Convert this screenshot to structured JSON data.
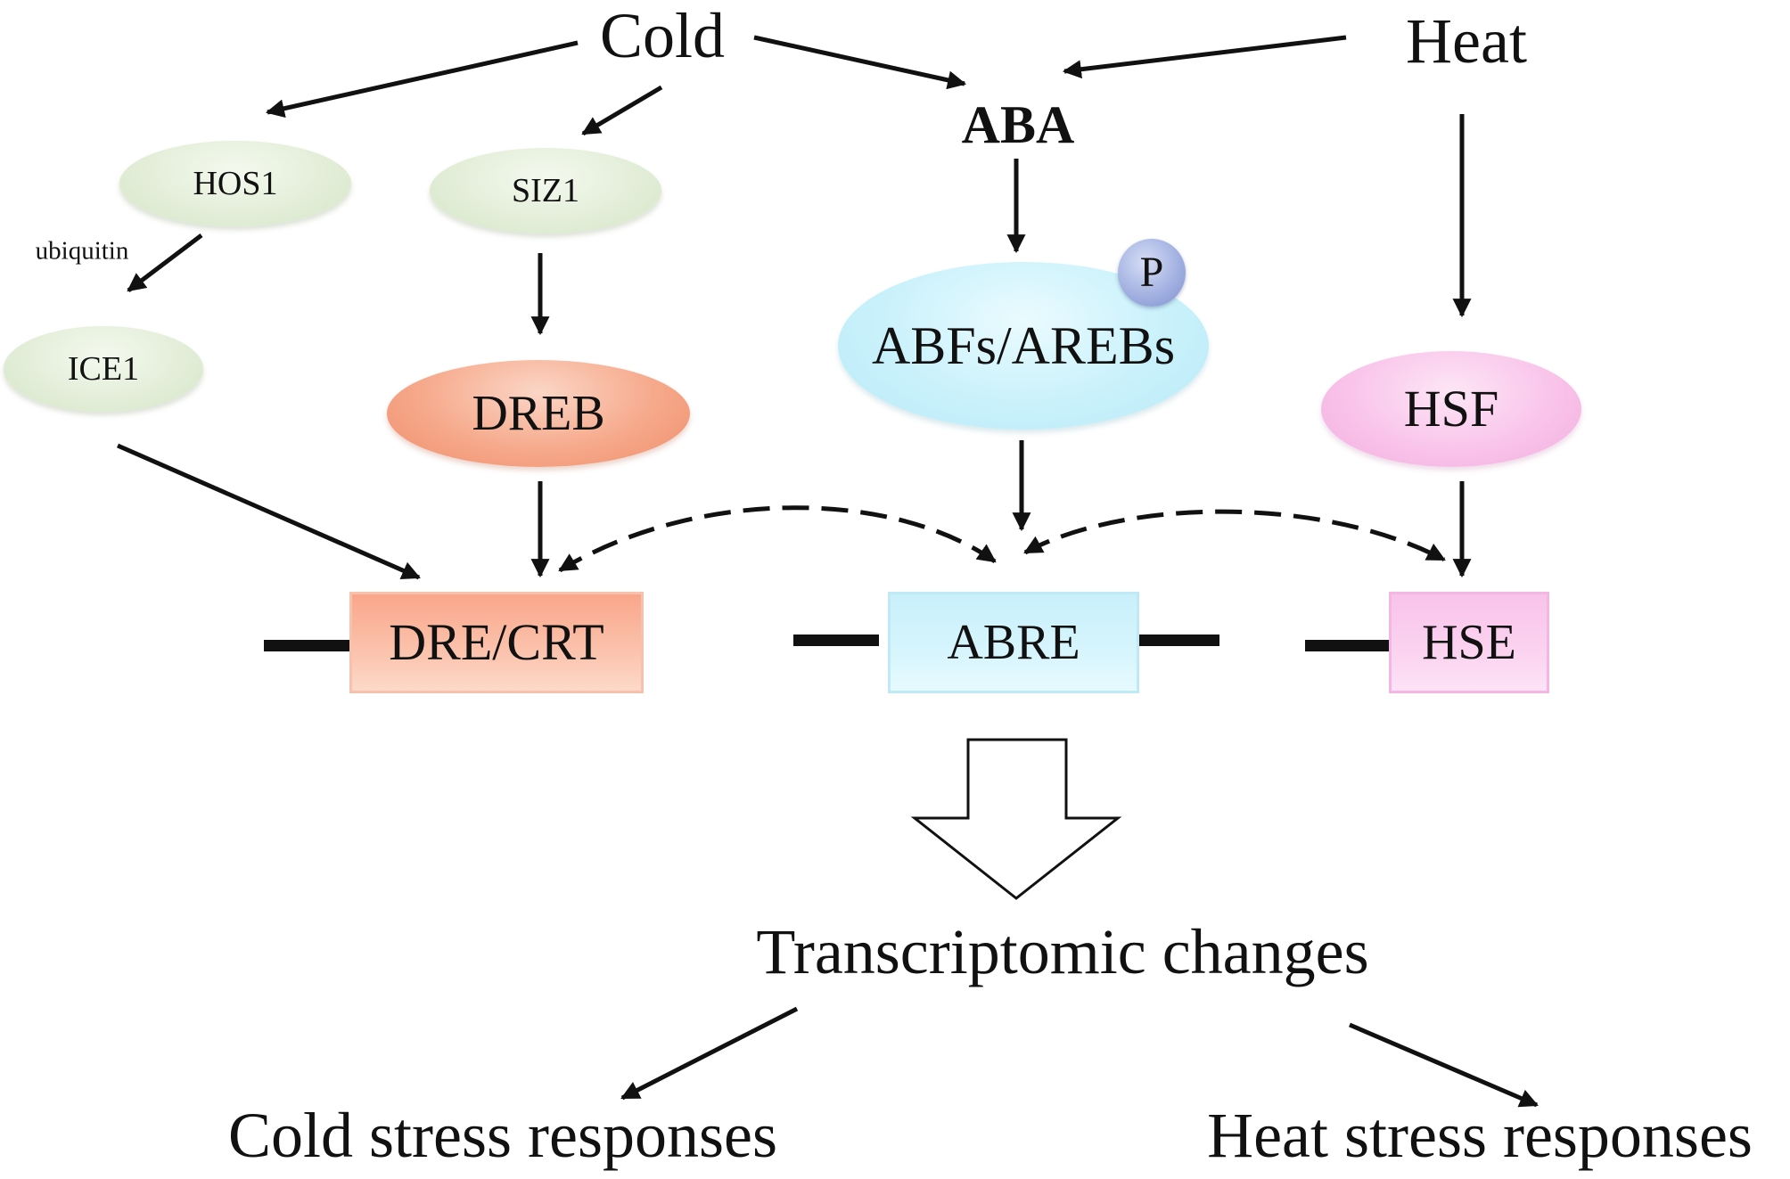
{
  "stimuli": {
    "cold": "Cold",
    "heat": "Heat",
    "aba": "ABA"
  },
  "nodes": {
    "hos1": "HOS1",
    "siz1": "SIZ1",
    "ice1": "ICE1",
    "dreb": "DREB",
    "abfs_arebs": "ABFs/AREBs",
    "phospho": "P",
    "hsf": "HSF"
  },
  "edge_labels": {
    "ubiquitin": "ubiquitin"
  },
  "elements": {
    "dre_crt": "DRE/CRT",
    "abre": "ABRE",
    "hse": "HSE"
  },
  "outcomes": {
    "transcriptomic": "Transcriptomic changes",
    "cold_response": "Cold stress responses",
    "heat_response": "Heat stress responses"
  },
  "colors": {
    "green_node": "#dcebd0",
    "orange_node": "#f6a98b",
    "blue_node": "#c9f1fb",
    "pink_node": "#f9c4ea",
    "phospho_badge": "#9faee0",
    "line": "#111111"
  }
}
